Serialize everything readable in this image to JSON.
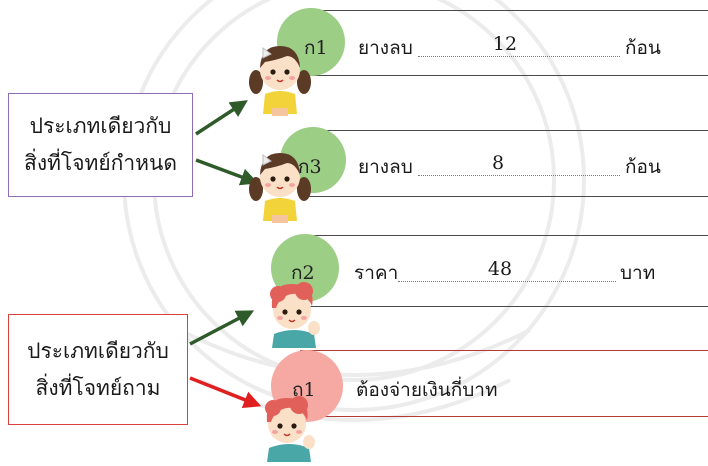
{
  "colors": {
    "green_arrow": "#2f5a2a",
    "red_arrow": "#e02020",
    "green_circle": "#9cce86",
    "pink_circle": "#f6a8a2",
    "purple_border": "#8e6db6",
    "red_border": "#d9423c"
  },
  "rows": [
    {
      "code": "ก1",
      "label": "ยางลบ",
      "value": "12",
      "unit": "ก้อน"
    },
    {
      "code": "ก3",
      "label": "ยางลบ",
      "value": "8",
      "unit": "ก้อน"
    },
    {
      "code": "ก2",
      "label": "ราคา",
      "value": "48",
      "unit": "บาท"
    },
    {
      "code": "ถ1",
      "label": "ต้องจ่ายเงินกี่บาท"
    }
  ],
  "boxes": {
    "given": {
      "line1": "ประเภทเดียวกับ",
      "line2": "สิ่งที่โจทย์กำหนด"
    },
    "asked": {
      "line1": "ประเภทเดียวกับ",
      "line2": "สิ่งที่โจทย์ถาม"
    }
  },
  "icons": {
    "girl": "girl-cartoon-icon",
    "boy": "boy-cartoon-icon"
  }
}
